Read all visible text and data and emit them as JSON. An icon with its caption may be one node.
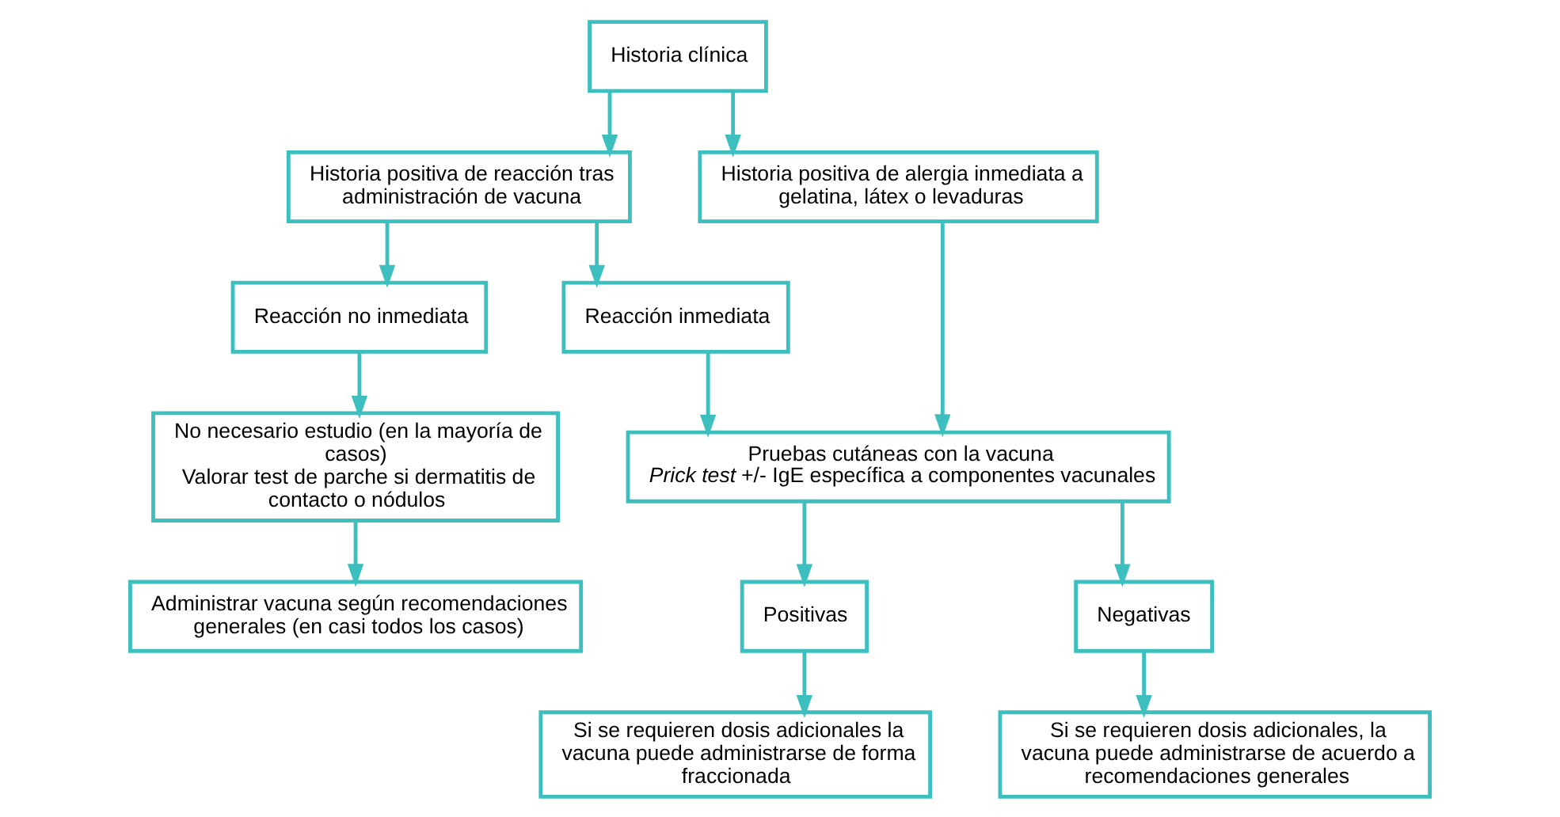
{
  "diagram": {
    "nodes": [
      {
        "text": [
          "Historia clínica"
        ]
      },
      {
        "text": [
          "Historia positiva de reacción tras administración de vacuna"
        ]
      },
      {
        "text": [
          "Historia positiva de alergia inmediata a gelatina, látex o levaduras"
        ]
      },
      {
        "text": [
          "Reacción no inmediata"
        ]
      },
      {
        "text": [
          "Reacción inmediata"
        ]
      },
      {
        "text": [
          "No necesario estudio (en la mayoría de casos)",
          "Valorar test de parche si dermatitis de contacto o nódulos"
        ]
      },
      {
        "text": [
          "Administrar vacuna según recomendaciones generales (en casi todos los casos)"
        ]
      },
      {
        "text": [
          "Pruebas cutáneas con la vacuna",
          "*Prick test* +/- IgE específica a componentes vacunales"
        ]
      },
      {
        "text": [
          "Positivas"
        ]
      },
      {
        "text": [
          "Negativas"
        ]
      },
      {
        "text": [
          "Si se requieren dosis adicionales la vacuna puede administrarse de forma fraccionada"
        ]
      },
      {
        "text": [
          "Si se requieren dosis adicionales, la vacuna puede administrarse de acuerdo a recomendaciones generales"
        ]
      }
    ],
    "edges": [
      {
        "from": 0,
        "to": 1,
        "arrow": "to"
      },
      {
        "from": 0,
        "to": 2,
        "arrow": "to"
      },
      {
        "from": 1,
        "to": 3,
        "arrow": "to"
      },
      {
        "from": 1,
        "to": 4,
        "arrow": "to"
      },
      {
        "from": 3,
        "to": 5,
        "arrow": "to"
      },
      {
        "from": 5,
        "to": 6,
        "arrow": "to"
      },
      {
        "from": 4,
        "to": 7,
        "arrow": "to"
      },
      {
        "from": 2,
        "to": 7,
        "arrow": "to"
      },
      {
        "from": 7,
        "to": 8,
        "arrow": "to"
      },
      {
        "from": 7,
        "to": 9,
        "arrow": "to"
      },
      {
        "from": 8,
        "to": 10,
        "arrow": "to"
      },
      {
        "from": 9,
        "to": 11,
        "arrow": "to"
      }
    ]
  }
}
